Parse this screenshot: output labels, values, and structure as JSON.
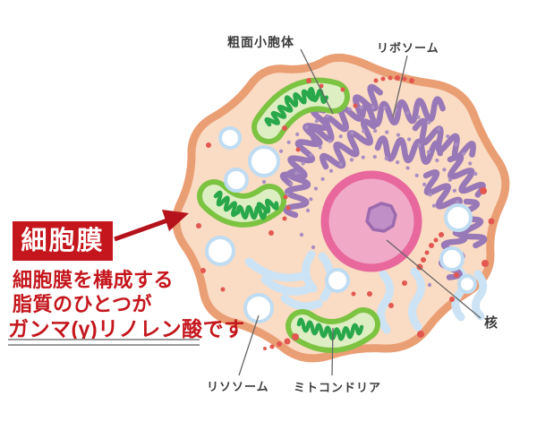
{
  "diagram": {
    "organelle_labels": {
      "rough_er": "粗面小胞体",
      "ribosome": "リボソーム",
      "nucleus": "核",
      "lysosome": "リソソーム",
      "mitochondria": "ミトコンドリア"
    },
    "callout": {
      "heading": "細胞膜",
      "description_line1": "細胞膜を構成する",
      "description_line2": "脂質のひとつが",
      "description_line3": "ガンマ(γ)リノレン酸です"
    },
    "colors": {
      "membrane_stroke": "#ea9e74",
      "cytoplasm_fill": "#fadbc4",
      "nucleus_ring": "#e8679c",
      "nucleus_fill": "#f0aac8",
      "nucleolus_fill": "#c18fc7",
      "er_purple": "#9878b6",
      "mitochondria_green": "#7cc341",
      "mitochondria_crista_green": "#28a74b",
      "vesicle_ring_blue": "#bfdcf2",
      "smooth_er_blue": "#cbe3f5",
      "ribosome_dot_red": "#e25850",
      "callout_red": "#c4161c",
      "label_text": "#3c3c3c"
    }
  }
}
